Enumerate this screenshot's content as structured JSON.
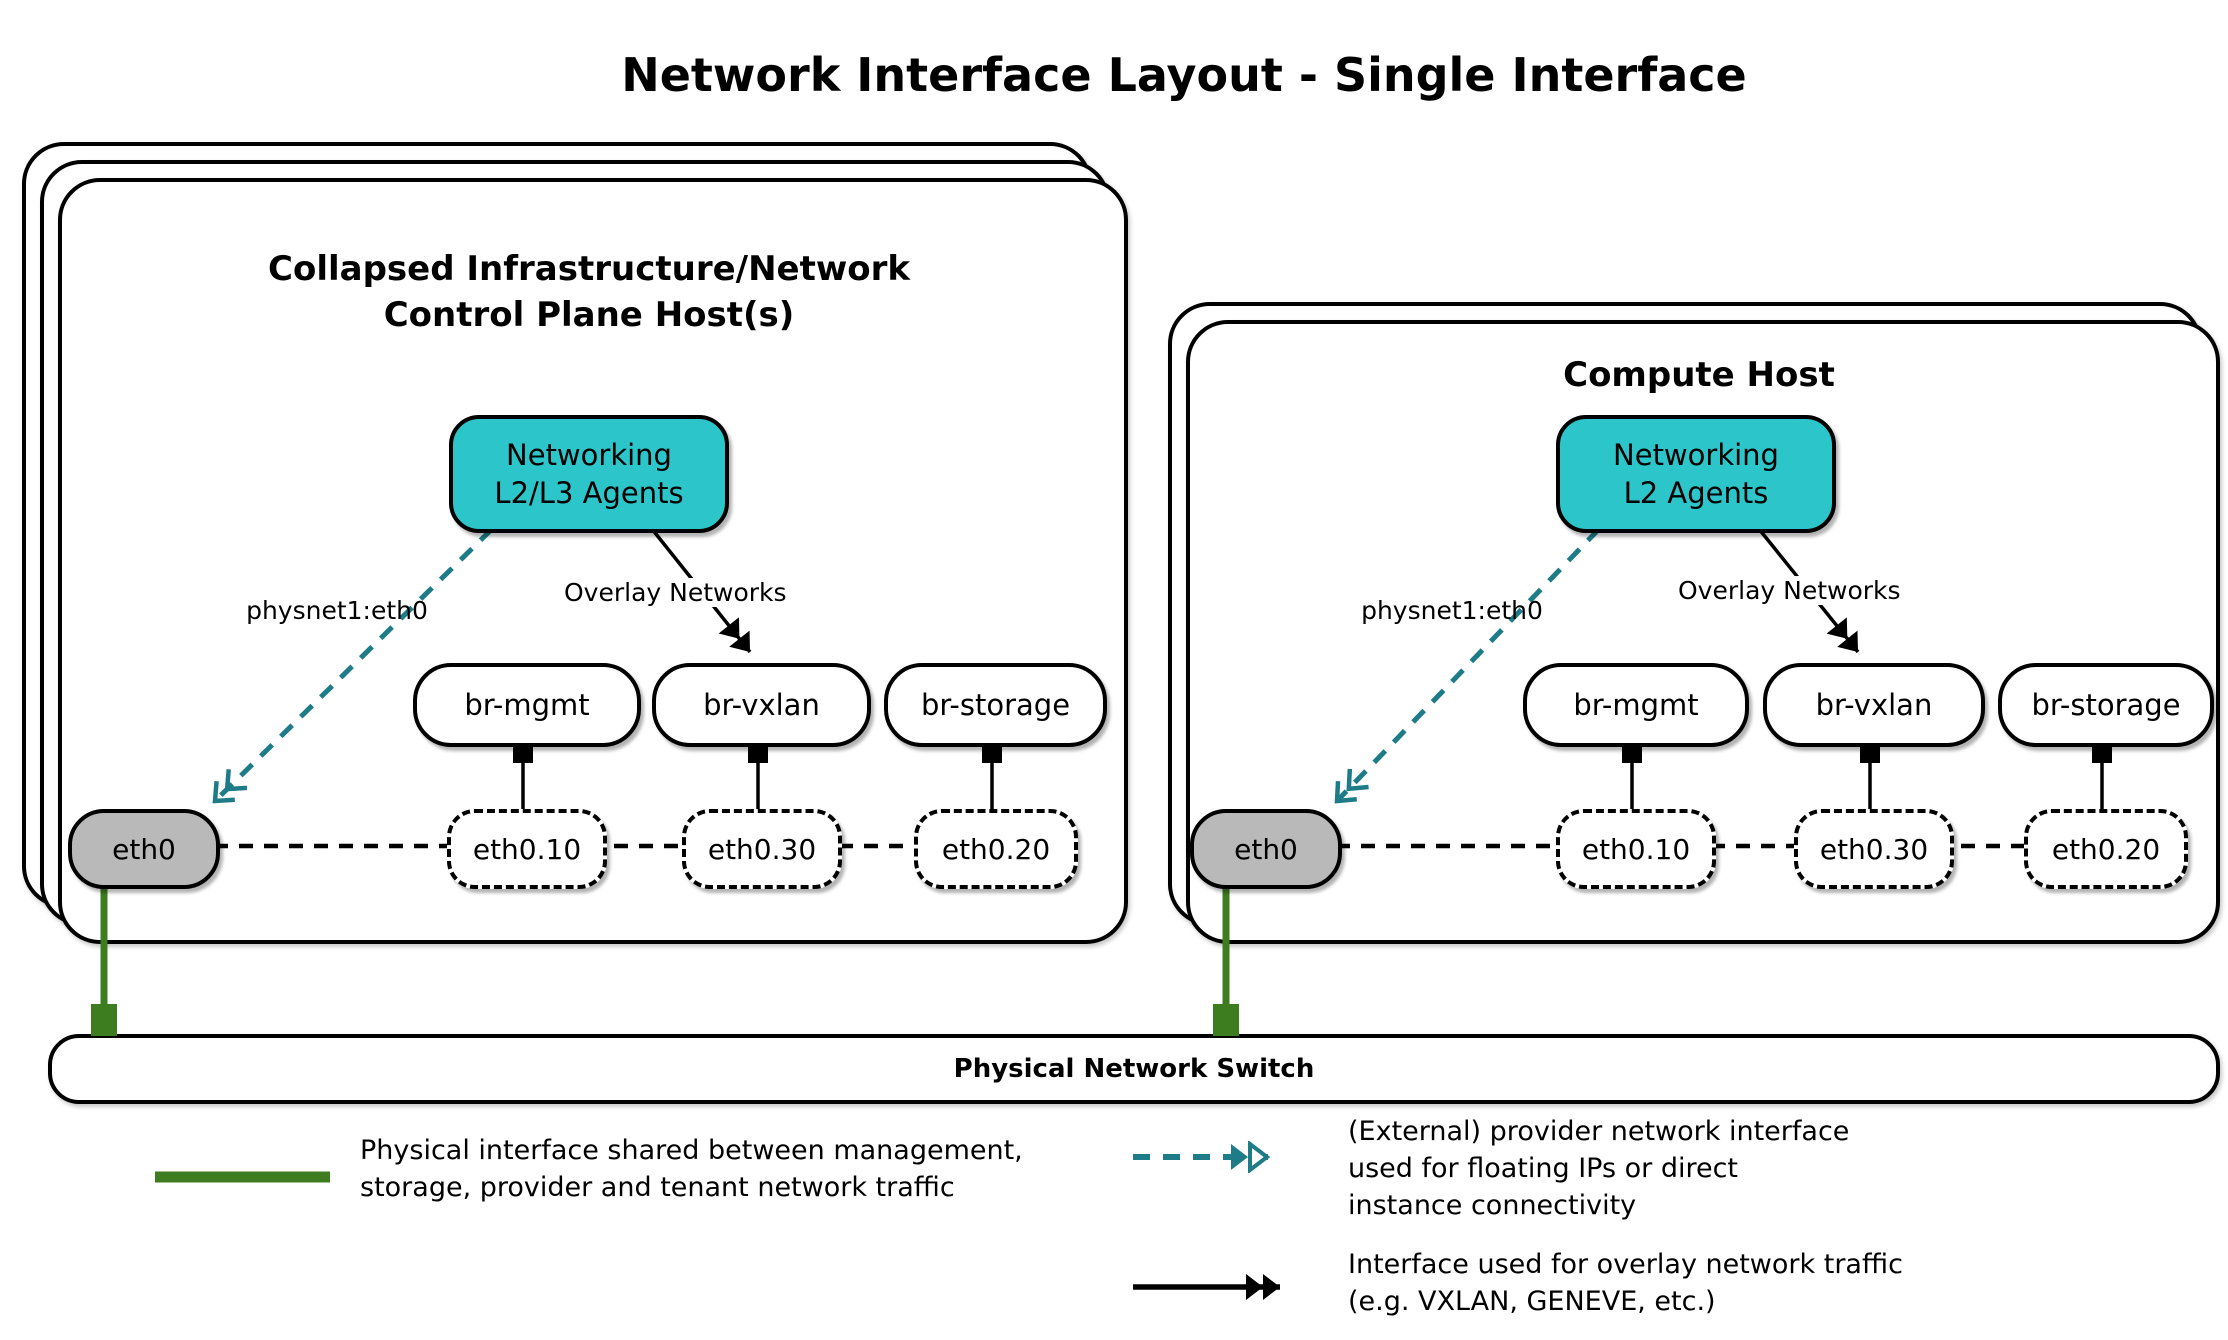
{
  "title": "Network Interface Layout - Single Interface",
  "hosts": [
    {
      "title_lines": [
        "Collapsed Infrastructure/Network",
        "Control Plane Host(s)"
      ],
      "agent_lines": [
        "Networking",
        "L2/L3 Agents"
      ],
      "provider_label": "physnet1:eth0",
      "overlay_label": "Overlay Networks",
      "bridges": [
        "br-mgmt",
        "br-vxlan",
        "br-storage"
      ],
      "phys_if": "eth0",
      "vlan_ifs": [
        "eth0.10",
        "eth0.30",
        "eth0.20"
      ]
    },
    {
      "title_lines": [
        "Compute Host"
      ],
      "agent_lines": [
        "Networking",
        "L2 Agents"
      ],
      "provider_label": "physnet1:eth0",
      "overlay_label": "Overlay Networks",
      "bridges": [
        "br-mgmt",
        "br-vxlan",
        "br-storage"
      ],
      "phys_if": "eth0",
      "vlan_ifs": [
        "eth0.10",
        "eth0.30",
        "eth0.20"
      ]
    }
  ],
  "switch_label": "Physical Network Switch",
  "legend": [
    {
      "swatch": "green-solid-line",
      "lines": [
        "Physical interface shared between management,",
        "storage, provider and tenant network traffic"
      ]
    },
    {
      "swatch": "teal-dashed-arrow",
      "lines": [
        "(External) provider network interface",
        "used for floating IPs or direct",
        "instance connectivity"
      ]
    },
    {
      "swatch": "black-solid-arrow",
      "lines": [
        "Interface used for overlay network traffic",
        "(e.g. VXLAN, GENEVE, etc.)"
      ]
    }
  ],
  "colors": {
    "teal_fill": "#2cc5c9",
    "teal_stroke": "#1d7c87",
    "green": "#3e7c20",
    "gray_fill": "#b9b9b9",
    "black": "#000000",
    "background": "#ffffff"
  }
}
